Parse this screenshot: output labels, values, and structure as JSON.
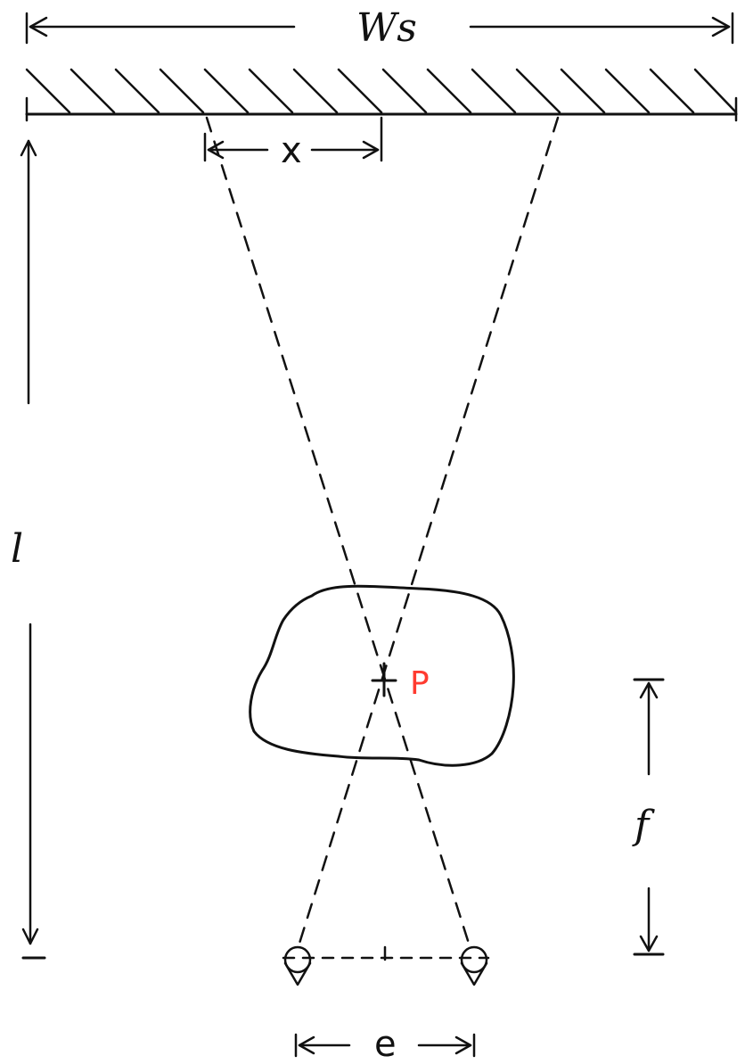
{
  "labels": {
    "screen_width": "Ws",
    "offset": "x",
    "distance": "l",
    "point": "P",
    "focus_distance": "f",
    "eye_separation": "e"
  },
  "colors": {
    "ink": "#111111",
    "point_label": "#ff3b30"
  }
}
